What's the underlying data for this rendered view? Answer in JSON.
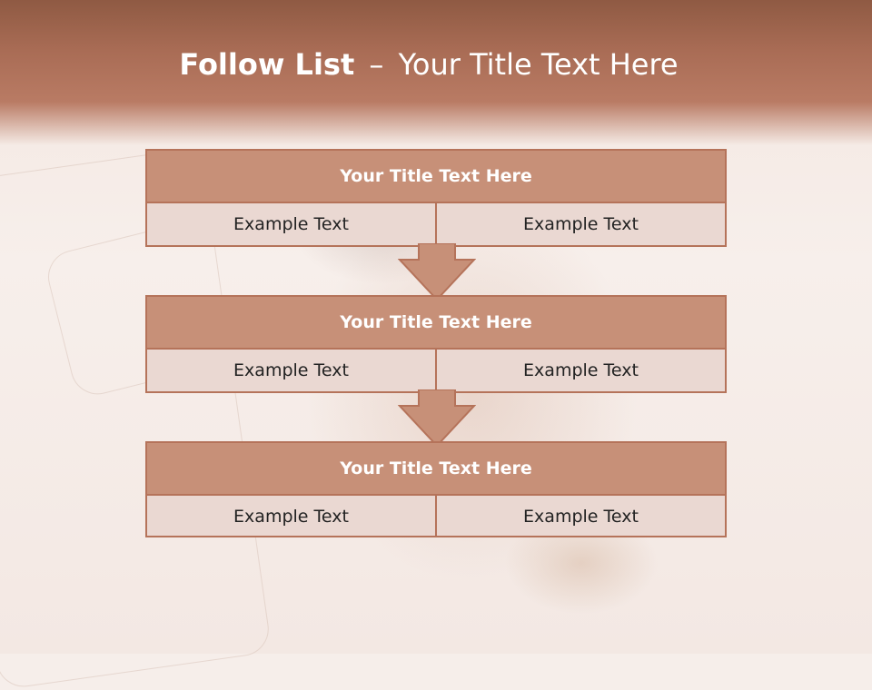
{
  "slide": {
    "title_main": "Follow List",
    "title_separator": "–",
    "title_sub": "Your Title Text Here"
  },
  "blocks": [
    {
      "title": "Your Title Text Here",
      "left": "Example Text",
      "right": "Example Text"
    },
    {
      "title": "Your Title Text Here",
      "left": "Example Text",
      "right": "Example Text"
    },
    {
      "title": "Your Title Text Here",
      "left": "Example Text",
      "right": "Example Text"
    }
  ],
  "colors": {
    "header": "#a96c55",
    "block_head": "#c79078",
    "block_body": "#ead8d2",
    "border": "#b5735a"
  }
}
